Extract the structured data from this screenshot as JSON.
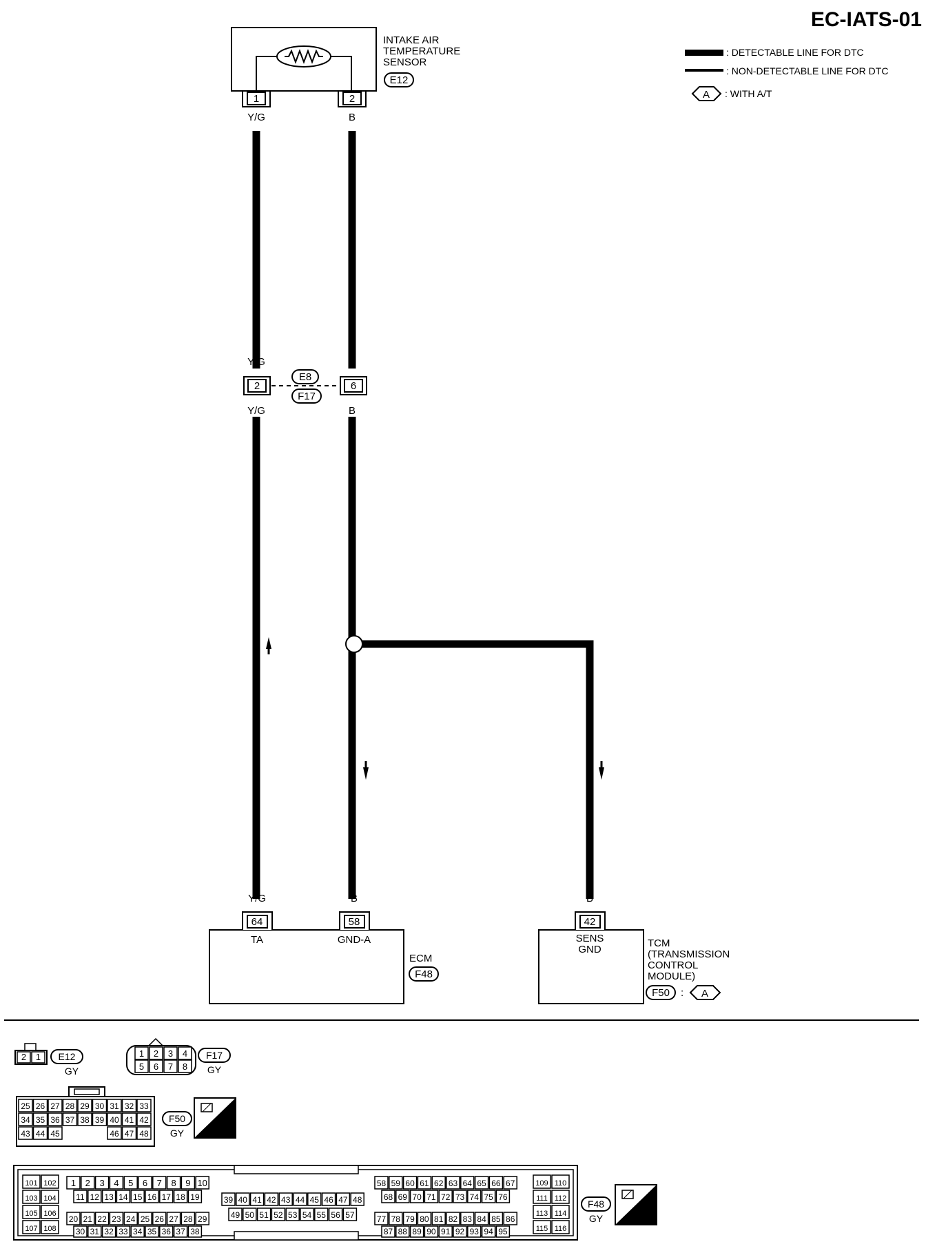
{
  "title": "EC-IATS-01",
  "legend": {
    "detectable": ": DETECTABLE LINE FOR DTC",
    "non_detectable": ": NON-DETECTABLE LINE FOR DTC",
    "with_at_code": "A",
    "with_at": ": WITH A/T"
  },
  "sensor": {
    "name_lines": [
      "INTAKE AIR",
      "TEMPERATURE",
      "SENSOR"
    ],
    "connector": "E12",
    "pins": [
      "1",
      "2"
    ],
    "wire_colors": [
      "Y/G",
      "B"
    ]
  },
  "joint": {
    "connector_top": "E8",
    "connector_bottom": "F17",
    "pins": [
      "2",
      "6"
    ],
    "wire_colors": [
      "Y/G",
      "B"
    ]
  },
  "ecm": {
    "name": "ECM",
    "connector": "F48",
    "pins": [
      "64",
      "58"
    ],
    "terminal_labels": [
      "TA",
      "GND-A"
    ],
    "wire_colors": [
      "Y/G",
      "B"
    ]
  },
  "tcm": {
    "name_lines": [
      "TCM",
      "(TRANSMISSION",
      "CONTROL",
      "MODULE)"
    ],
    "connector": "F50",
    "condition": "A",
    "pin": "42",
    "terminal_lines": [
      "SENS",
      "GND"
    ],
    "wire_color": "B"
  },
  "connector_views": {
    "e12": {
      "id": "E12",
      "color": "GY",
      "pins": [
        "2",
        "1"
      ]
    },
    "f17": {
      "id": "F17",
      "color": "GY",
      "top_row": [
        "1",
        "2",
        "3",
        "4"
      ],
      "bottom_row": [
        "5",
        "6",
        "7",
        "8"
      ]
    },
    "f50": {
      "id": "F50",
      "color": "GY",
      "row1": [
        "25",
        "26",
        "27",
        "28",
        "29",
        "30",
        "31",
        "32",
        "33"
      ],
      "row2": [
        "34",
        "35",
        "36",
        "37",
        "38",
        "39",
        "40",
        "41",
        "42"
      ],
      "row3_left": [
        "43",
        "44",
        "45"
      ],
      "row3_right": [
        "46",
        "47",
        "48"
      ],
      "badge": "H.S."
    },
    "f48": {
      "id": "F48",
      "color": "GY",
      "badge": "H.S.",
      "left_pairs": [
        [
          "101",
          "102"
        ],
        [
          "103",
          "104"
        ],
        [
          "105",
          "106"
        ],
        [
          "107",
          "108"
        ]
      ],
      "right_pairs": [
        [
          "109",
          "110"
        ],
        [
          "111",
          "112"
        ],
        [
          "113",
          "114"
        ],
        [
          "115",
          "116"
        ]
      ],
      "row_a": [
        "1",
        "2",
        "3",
        "4",
        "5",
        "6",
        "7",
        "8",
        "9",
        "10"
      ],
      "row_b": [
        "11",
        "12",
        "13",
        "14",
        "15",
        "16",
        "17",
        "18",
        "19"
      ],
      "row_c": [
        "20",
        "21",
        "22",
        "23",
        "24",
        "25",
        "26",
        "27",
        "28",
        "29"
      ],
      "row_d": [
        "30",
        "31",
        "32",
        "33",
        "34",
        "35",
        "36",
        "37",
        "38"
      ],
      "row_mid1": [
        "39",
        "40",
        "41",
        "42",
        "43",
        "44",
        "45",
        "46",
        "47",
        "48"
      ],
      "row_mid2": [
        "49",
        "50",
        "51",
        "52",
        "53",
        "54",
        "55",
        "56",
        "57"
      ],
      "row_e": [
        "58",
        "59",
        "60",
        "61",
        "62",
        "63",
        "64",
        "65",
        "66",
        "67"
      ],
      "row_f": [
        "68",
        "69",
        "70",
        "71",
        "72",
        "73",
        "74",
        "75",
        "76"
      ],
      "row_g": [
        "77",
        "78",
        "79",
        "80",
        "81",
        "82",
        "83",
        "84",
        "85",
        "86"
      ],
      "row_h": [
        "87",
        "88",
        "89",
        "90",
        "91",
        "92",
        "93",
        "94",
        "95"
      ]
    }
  }
}
